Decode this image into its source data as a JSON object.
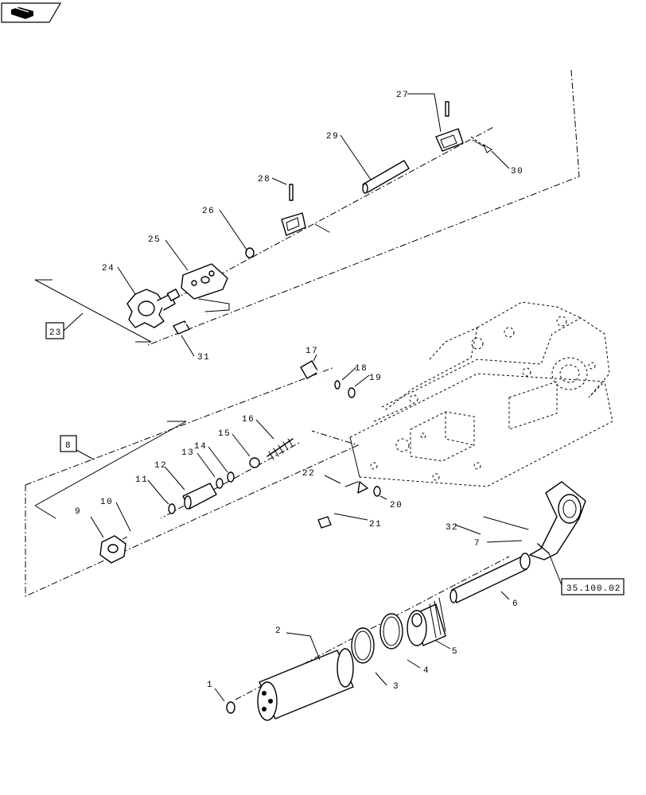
{
  "callouts": [
    "1",
    "2",
    "3",
    "4",
    "5",
    "6",
    "7",
    "9",
    "10",
    "11",
    "12",
    "13",
    "14",
    "15",
    "16",
    "17",
    "18",
    "19",
    "20",
    "21",
    "22",
    "24",
    "25",
    "26",
    "27",
    "28",
    "29",
    "30",
    "31",
    "32"
  ],
  "reference_boxes": {
    "box_8": "8",
    "box_23": "23",
    "box_35": "35.100.02"
  },
  "icons": {
    "corner": "flag-icon"
  }
}
